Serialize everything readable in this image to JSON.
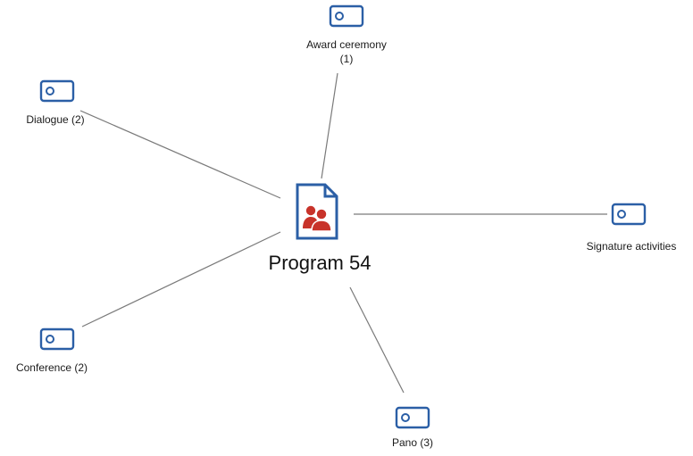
{
  "center": {
    "label": "Program 54",
    "icon": "document-people-icon"
  },
  "nodes": [
    {
      "id": "award-ceremony",
      "line1": "Award ceremony",
      "line2": "(1)",
      "icon": "tag-icon"
    },
    {
      "id": "dialogue",
      "line1": "Dialogue (2)",
      "line2": "",
      "icon": "tag-icon"
    },
    {
      "id": "signature-activities",
      "line1": "Signature activities",
      "line2": "",
      "icon": "tag-icon"
    },
    {
      "id": "conference",
      "line1": "Conference (2)",
      "line2": "",
      "icon": "tag-icon"
    },
    {
      "id": "pano",
      "line1": "Pano (3)",
      "line2": "",
      "icon": "tag-icon"
    }
  ],
  "colors": {
    "tag_stroke": "#2b5fa6",
    "doc_stroke": "#2b5fa6",
    "people_fill": "#c8332a",
    "edge": "#7a7a7a"
  }
}
